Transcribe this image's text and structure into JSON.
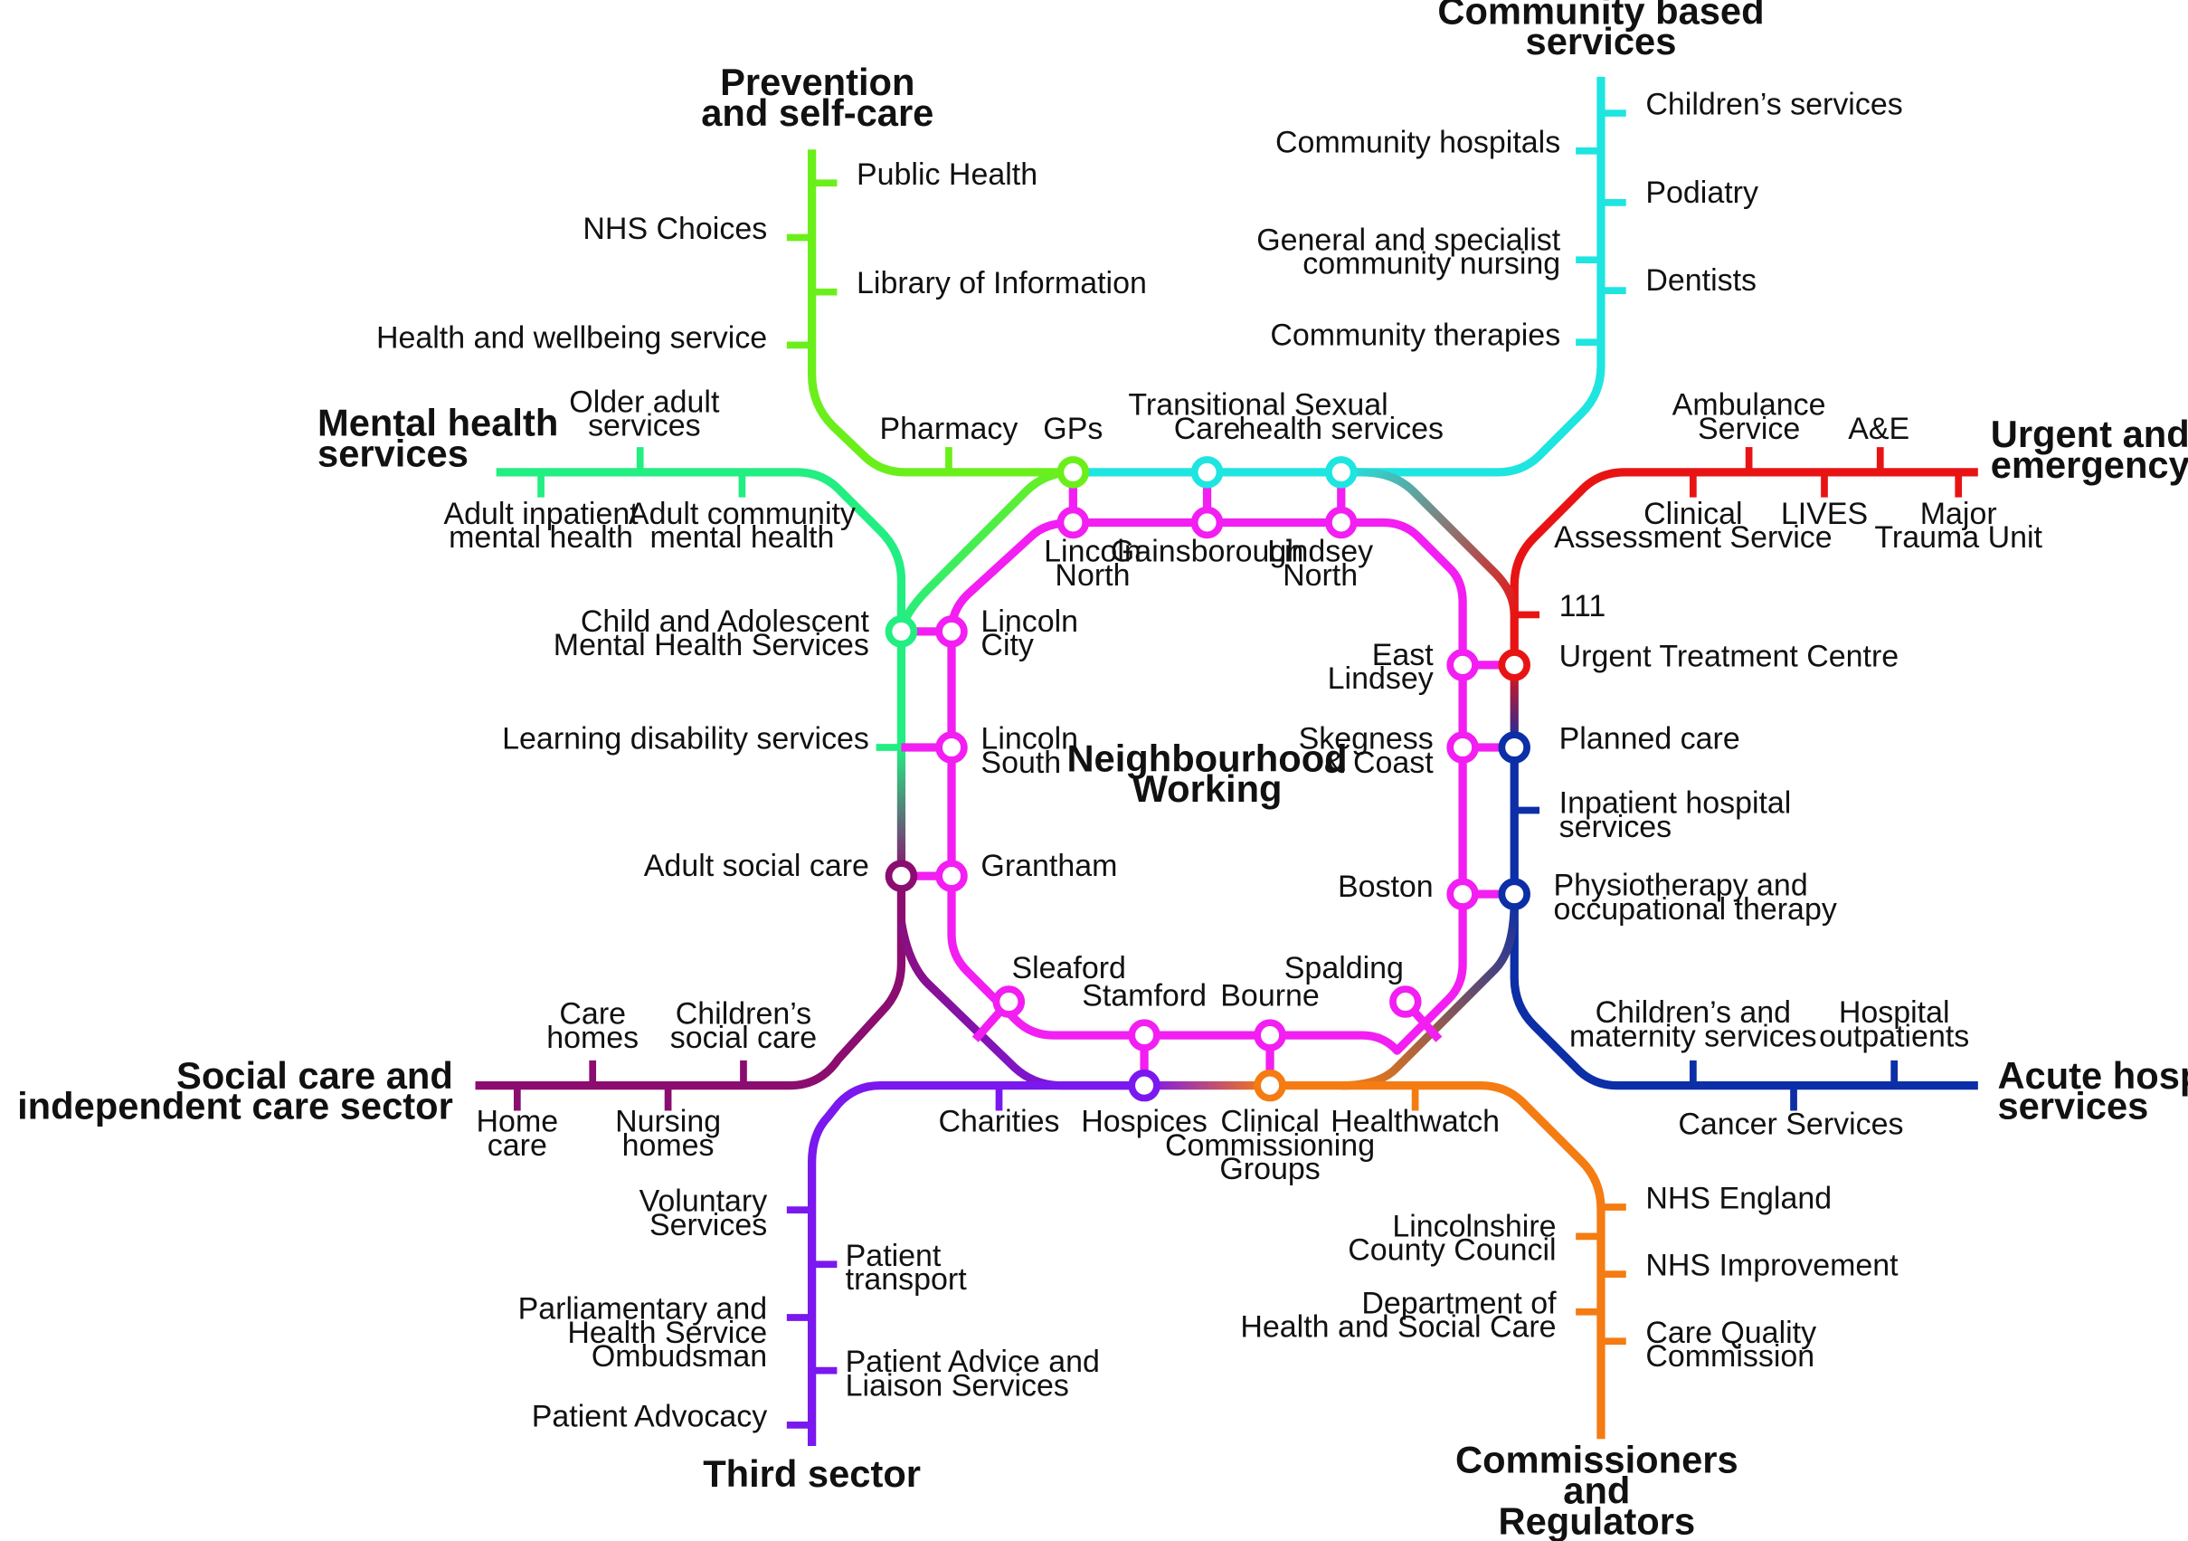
{
  "colors": {
    "prevention": "#6bef1b",
    "community": "#1ee5e0",
    "mental": "#22ee82",
    "urgent": "#e81414",
    "neighbourhood": "#f21ef2",
    "acute": "#0c2ea6",
    "social": "#8b0d70",
    "third": "#7a18ef",
    "commissioners": "#f47c12"
  },
  "titles": {
    "prevention": [
      "Prevention",
      "and self-care"
    ],
    "community": [
      "Community based",
      "services"
    ],
    "mental": [
      "Mental health",
      "services"
    ],
    "urgent": [
      "Urgent and",
      "emergency care"
    ],
    "neighbourhood": [
      "Neighbourhood",
      "Working"
    ],
    "acute": [
      "Acute hospital",
      "services"
    ],
    "social": [
      "Social care and",
      "independent care sector"
    ],
    "third": [
      "Third sector"
    ],
    "commissioners": [
      "Commissioners",
      "and",
      "Regulators"
    ]
  },
  "stations": {
    "public_health": [
      "Public Health"
    ],
    "nhs_choices": [
      "NHS Choices"
    ],
    "library": [
      "Library of Information"
    ],
    "health_wellbeing": [
      "Health and wellbeing service"
    ],
    "pharmacy": [
      "Pharmacy"
    ],
    "gps": [
      "GPs"
    ],
    "transitional": [
      "Transitional",
      "Care"
    ],
    "sexual_health": [
      "Sexual",
      "health services"
    ],
    "childrens_services": [
      "Children’s services"
    ],
    "community_hospitals": [
      "Community hospitals"
    ],
    "podiatry": [
      "Podiatry"
    ],
    "community_nursing": [
      "General and specialist",
      "community nursing"
    ],
    "dentists": [
      "Dentists"
    ],
    "community_therapies": [
      "Community therapies"
    ],
    "older_adult": [
      "Older adult",
      "services"
    ],
    "adult_inpatient": [
      "Adult inpatient",
      "mental health"
    ],
    "adult_community": [
      "Adult community",
      "mental health"
    ],
    "camhs": [
      "Child and Adolescent",
      "Mental Health Services"
    ],
    "learning_disability": [
      "Learning disability services"
    ],
    "adult_social_care": [
      "Adult social care"
    ],
    "ambulance": [
      "Ambulance",
      "Service"
    ],
    "ae": [
      "A&E"
    ],
    "clinical_assessment": [
      "Clinical",
      "Assessment Service"
    ],
    "lives": [
      "LIVES"
    ],
    "major_trauma": [
      "Major",
      "Trauma Unit"
    ],
    "n111": [
      "111"
    ],
    "utc": [
      "Urgent Treatment Centre"
    ],
    "planned_care": [
      "Planned care"
    ],
    "inpatient_hospital": [
      "Inpatient hospital",
      "services"
    ],
    "physio": [
      "Physiotherapy and",
      "occupational therapy"
    ],
    "childrens_maternity": [
      "Children’s and",
      "maternity services"
    ],
    "hospital_outpatients": [
      "Hospital",
      "outpatients"
    ],
    "cancer": [
      "Cancer Services"
    ],
    "lincoln_north": [
      "Lincoln",
      "North"
    ],
    "gainsborough": [
      "Gainsborough"
    ],
    "lindsey_north": [
      "Lindsey",
      "North"
    ],
    "lincoln_city": [
      "Lincoln",
      "City"
    ],
    "lincoln_south": [
      "Lincoln",
      "South"
    ],
    "grantham": [
      "Grantham"
    ],
    "east_lindsey": [
      "East",
      "Lindsey"
    ],
    "skegness": [
      "Skegness",
      "& Coast"
    ],
    "boston": [
      "Boston"
    ],
    "sleaford": [
      "Sleaford"
    ],
    "stamford": [
      "Stamford"
    ],
    "bourne": [
      "Bourne"
    ],
    "spalding": [
      "Spalding"
    ],
    "care_homes": [
      "Care",
      "homes"
    ],
    "childrens_social": [
      "Children’s",
      "social care"
    ],
    "home_care": [
      "Home",
      "care"
    ],
    "nursing_homes": [
      "Nursing",
      "homes"
    ],
    "charities": [
      "Charities"
    ],
    "hospices": [
      "Hospices"
    ],
    "ccg": [
      "Clinical",
      "Commissioning",
      "Groups"
    ],
    "healthwatch": [
      "Healthwatch"
    ],
    "voluntary": [
      "Voluntary",
      "Services"
    ],
    "patient_transport": [
      "Patient",
      "transport"
    ],
    "ombudsman": [
      "Parliamentary and",
      "Health Service",
      "Ombudsman"
    ],
    "pals": [
      "Patient Advice and",
      "Liaison Services"
    ],
    "advocacy": [
      "Patient Advocacy"
    ],
    "nhs_england": [
      "NHS England"
    ],
    "county_council": [
      "Lincolnshire",
      "County Council"
    ],
    "nhs_improvement": [
      "NHS Improvement"
    ],
    "dhsc": [
      "Department of",
      "Health and Social Care"
    ],
    "cqc": [
      "Care Quality",
      "Commission"
    ]
  }
}
